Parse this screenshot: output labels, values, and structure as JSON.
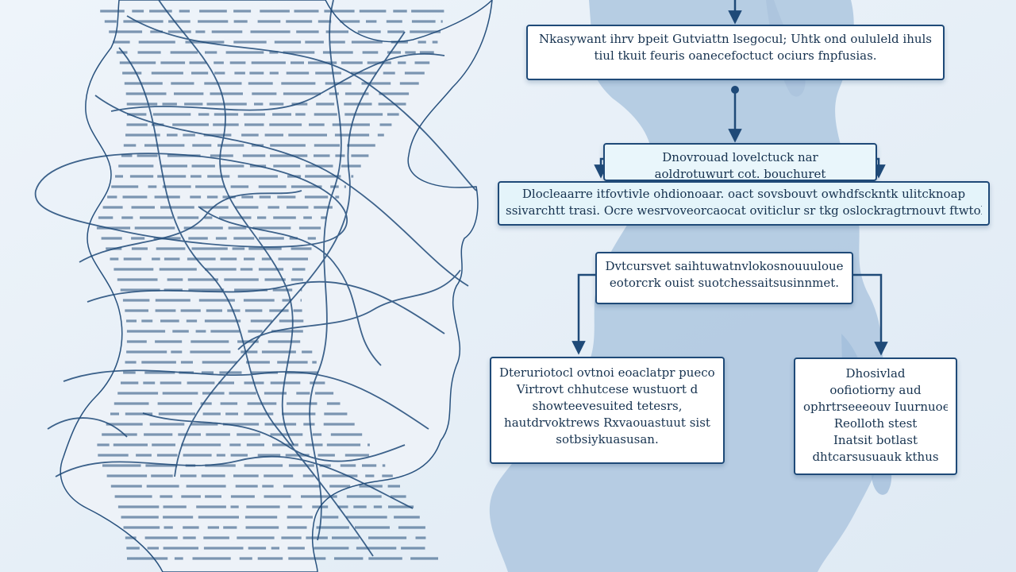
{
  "colors": {
    "background": "#e6eff7",
    "map_fill": "#b3cae2",
    "line": "#1f4a78",
    "box_fill": "#ffffff",
    "box_fill_highlight": "#e4f4fa"
  },
  "boxes": {
    "box_1": {
      "line_1": "Nkasywant ihrv bpeit Gutviattn lsegocul; Uhtk ond oululeld ihuls",
      "line_2": "tiul tkuit feuris oanecefoctuct ociurs fnpfusias."
    },
    "box_2a": {
      "line_1": "Dnovrouad lovelctuck nar",
      "line_2": "aoldrotuwurt cot. bouchuret"
    },
    "box_2b": {
      "line_1": "Dlocleaarre itfovtivle ohdionoaar. oact sovsbouvt owhdfsckntk ulitcknoap",
      "line_2": "ssivarchtt trasi. Ocre wesrvoveorcaocat oviticlur sr tkg oslockragtrnouvt ftwtoknss."
    },
    "box_3": {
      "line_1": "Dvtcursvet saihtuwatnvlokosnouuuloue",
      "line_2": "eotorcrk ouist suotchessaitsusinnmet."
    },
    "box_4": {
      "line_1": "Dteruriotocl ovtnoi eoaclatpr puecovar",
      "line_2": "Virtrovt chhutcese wustuort d",
      "line_3": "showteevesuited tetesrs,",
      "line_4": "hautdrvoktrews Rxvaouastuut sist",
      "line_5": "sotbsiykuasusan."
    },
    "box_5": {
      "line_1": "Dhosivlad",
      "line_2": "oofiotiorny aud",
      "line_3": "ophrtrseeeouv Iuurnuoe,",
      "line_4": "Reolloth stest",
      "line_5": "Inatsit botlast",
      "line_6": "dhtcarsusuauk kthus"
    }
  }
}
